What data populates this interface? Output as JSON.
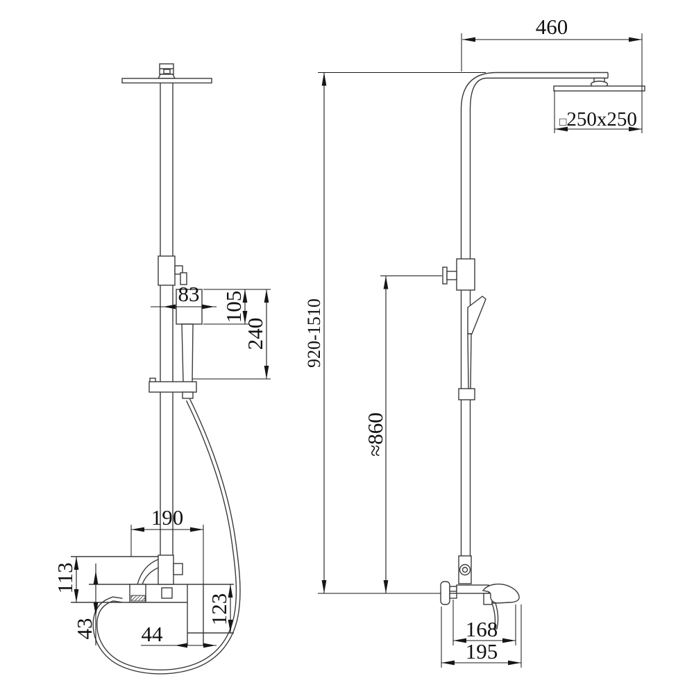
{
  "dimensions": {
    "arm_reach": "460",
    "head_size_symbol": "□",
    "head_size": "250x250",
    "total_height": "920-1510",
    "handshower_height_from_floor": "≈860",
    "handshower_width": "83",
    "handshower_depth": "105",
    "slider_travel": "240",
    "mixer_depth": "190",
    "mixer_body_height": "113",
    "spout_height": "43",
    "handle_drop": "123",
    "handle_width": "44",
    "mixer_width": "168",
    "mixer_total_width": "195"
  },
  "colors": {
    "background": "#ffffff",
    "part_line": "#3a3a3a",
    "dimension_line": "#161616",
    "text": "#111111"
  }
}
